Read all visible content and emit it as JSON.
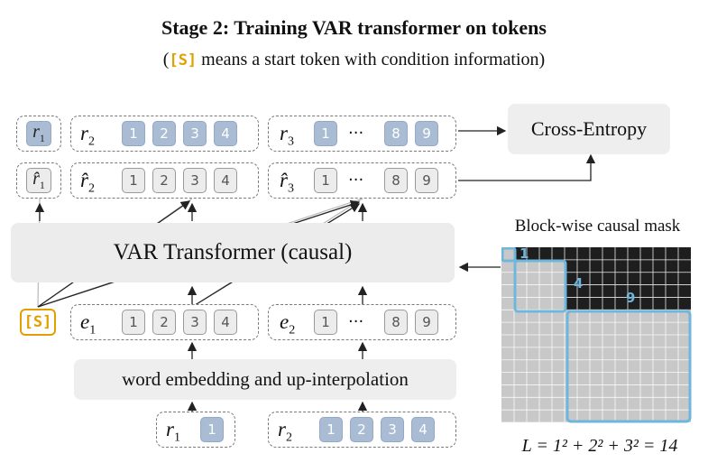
{
  "title": "Stage 2:  Training VAR transformer on tokens",
  "subtitle": {
    "open": "(",
    "token": "[S]",
    "rest": " means a start token with condition information)"
  },
  "loss_box": "Cross-Entropy",
  "transformer_box": "VAR Transformer (causal)",
  "embed_box": "word embedding and up-interpolation",
  "mask": {
    "title": "Block-wise causal mask",
    "block_labels": [
      "1",
      "4",
      "9"
    ],
    "formula": "L = 1² + 2² + 3² = 14"
  },
  "tokens": {
    "start": "[S]",
    "target_row": [
      {
        "base": "r",
        "sub": "1",
        "hat": false,
        "cells": []
      },
      {
        "base": "r",
        "sub": "2",
        "hat": false,
        "cells": [
          "1",
          "2",
          "3",
          "4"
        ]
      },
      {
        "base": "r",
        "sub": "3",
        "hat": false,
        "cells": [
          "1",
          "8",
          "9"
        ],
        "ellipsis": "···"
      }
    ],
    "pred_row": [
      {
        "base": "r̂",
        "sub": "1",
        "hat": true,
        "cells": []
      },
      {
        "base": "r̂",
        "sub": "2",
        "hat": true,
        "cells": [
          "1",
          "2",
          "3",
          "4"
        ]
      },
      {
        "base": "r̂",
        "sub": "3",
        "hat": true,
        "cells": [
          "1",
          "8",
          "9"
        ],
        "ellipsis": "···"
      }
    ],
    "input_row": [
      {
        "base": "e",
        "sub": "1",
        "cells": [
          "1",
          "2",
          "3",
          "4"
        ]
      },
      {
        "base": "e",
        "sub": "2",
        "cells": [
          "1",
          "8",
          "9"
        ],
        "ellipsis": "···"
      }
    ],
    "bottom_row": [
      {
        "base": "r",
        "sub": "1",
        "cells": [
          "1"
        ]
      },
      {
        "base": "r",
        "sub": "2",
        "cells": [
          "1",
          "2",
          "3",
          "4"
        ]
      }
    ]
  },
  "colors": {
    "token_blue": "#a9bcd4",
    "token_gray": "#ececec",
    "start_token": "#e0a000",
    "mask_highlight": "#6fb6dc",
    "mask_dark": "#1e1e1e",
    "mask_light": "#c8c8c8"
  }
}
